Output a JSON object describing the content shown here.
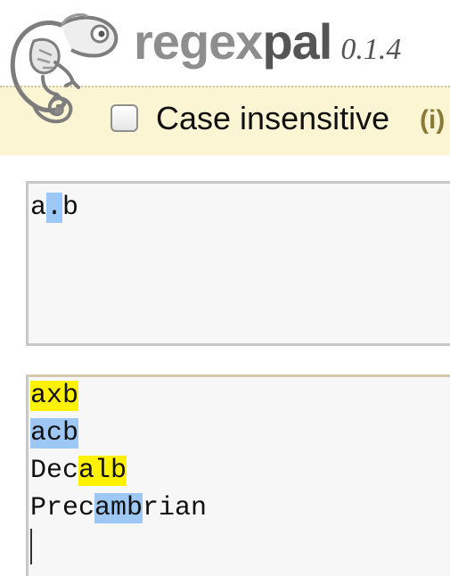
{
  "app": {
    "brand_part1": "regex",
    "brand_part2": "pal",
    "version": "0.1.4"
  },
  "options": {
    "case_insensitive_label": "Case insensitive",
    "case_insensitive_checked": false,
    "info_link": "(i)"
  },
  "regex": {
    "segments": [
      {
        "text": "a",
        "hl": ""
      },
      {
        "text": ".",
        "hl": "blue"
      },
      {
        "text": "b",
        "hl": ""
      }
    ]
  },
  "test_lines": [
    [
      {
        "text": "axb",
        "hl": "yellow"
      }
    ],
    [
      {
        "text": "acb",
        "hl": "blue"
      }
    ],
    [
      {
        "text": "Dec",
        "hl": ""
      },
      {
        "text": "alb",
        "hl": "yellow"
      }
    ],
    [
      {
        "text": "Prec",
        "hl": ""
      },
      {
        "text": "amb",
        "hl": "blue"
      },
      {
        "text": "rian",
        "hl": ""
      }
    ]
  ],
  "colors": {
    "match_highlight_1": "#fff200",
    "match_highlight_2": "#9dc8f5",
    "options_bar_bg": "#fcf5d3"
  },
  "icons": {
    "logo": "chameleon-logo-icon",
    "checkbox": "checkbox-icon"
  }
}
